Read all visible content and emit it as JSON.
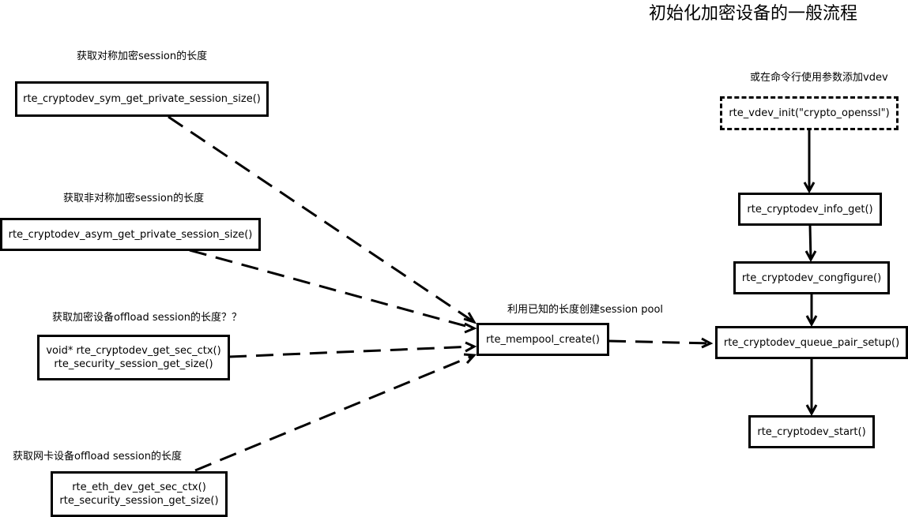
{
  "title": "初始化加密设备的一般流程",
  "left": {
    "sym": {
      "caption": "获取对称加密session的长度",
      "fn": "rte_cryptodev_sym_get_private_session_size()"
    },
    "asym": {
      "caption": "获取非对称加密session的长度",
      "fn": "rte_cryptodev_asym_get_private_session_size()"
    },
    "offload": {
      "caption": "获取加密设备offload session的长度？？",
      "line1": "void* rte_cryptodev_get_sec_ctx()",
      "line2": "rte_security_session_get_size()"
    },
    "nic": {
      "caption": "获取网卡设备offload session的长度",
      "line1": "rte_eth_dev_get_sec_ctx()",
      "line2": "rte_security_session_get_size()"
    }
  },
  "center": {
    "caption": "利用已知的长度创建session pool",
    "fn": "rte_mempool_create()"
  },
  "right": {
    "vdev_caption": "或在命令行使用参数添加vdev",
    "vdev_fn": "rte_vdev_init(\"crypto_openssl\")",
    "info_get": "rte_cryptodev_info_get()",
    "configure": "rte_cryptodev_congfigure()",
    "queue_pair": "rte_cryptodev_queue_pair_setup()",
    "start": "rte_cryptodev_start()"
  }
}
